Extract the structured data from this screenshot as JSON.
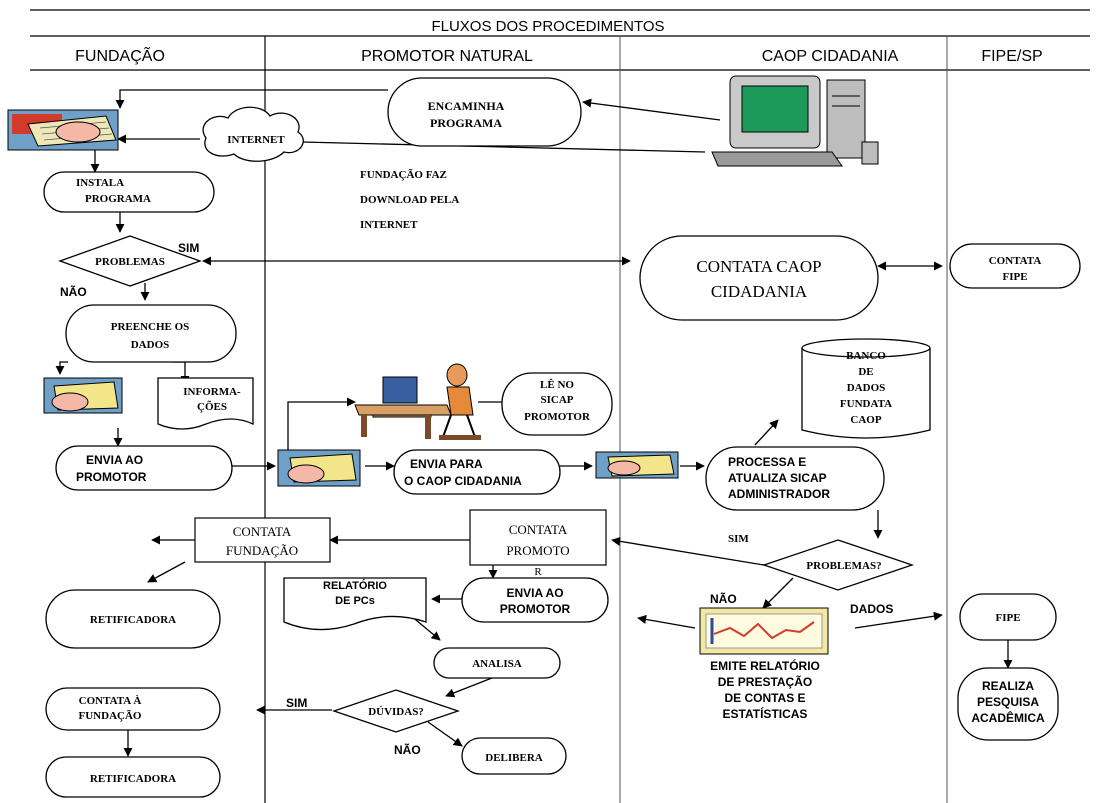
{
  "title": "FLUXOS DOS PROCEDIMENTOS",
  "lanes": [
    "FUNDAÇÃO",
    "PROMOTOR NATURAL",
    "CAOP CIDADANIA",
    "FIPE/SP"
  ],
  "nodes": {
    "encaminha_programa": [
      "ENCAMINHA",
      "PROGRAMA"
    ],
    "internet": "INTERNET",
    "instala_programa": [
      "INSTALA",
      "PROGRAMA"
    ],
    "download_note": [
      "FUNDAÇÃO FAZ",
      "DOWNLOAD PELA",
      "INTERNET"
    ],
    "problemas_1": "PROBLEMAS",
    "sim_1": "SIM",
    "nao_1": "NÃO",
    "contata_caop": [
      "CONTATA CAOP",
      "CIDADANIA"
    ],
    "contata_fipe": [
      "CONTATA",
      "FIPE"
    ],
    "preenche_dados": [
      "PREENCHE OS",
      "DADOS"
    ],
    "informacoes": [
      "INFORMA-",
      "ÇÕES"
    ],
    "le_no_sicap": [
      "LÊ NO",
      "SICAP",
      "PROMOTOR"
    ],
    "banco_dados": [
      "BANCO",
      "DE",
      "DADOS",
      "FUNDATA",
      "CAOP"
    ],
    "envia_promotor_1": [
      "ENVIA AO",
      "PROMOTOR"
    ],
    "envia_caop": [
      "ENVIA PARA",
      "O CAOP CIDADANIA"
    ],
    "processa": [
      "PROCESSA E",
      "ATUALIZA SICAP",
      "ADMINISTRADOR"
    ],
    "contata_fundacao_box": [
      "CONTATA",
      "FUNDAÇÃO"
    ],
    "contata_promotor_box": [
      "CONTATA",
      "PROMOTO",
      "R"
    ],
    "sim_2": "SIM",
    "problemas_2": "PROBLEMAS?",
    "retificadora_1": "RETIFICADORA",
    "relatorio_pcs": [
      "RELATÓRIO",
      "DE PCs"
    ],
    "envia_promotor_2": [
      "ENVIA AO",
      "PROMOTOR"
    ],
    "nao_2": "NÃO",
    "dados": "DADOS",
    "fipe": "FIPE",
    "analisa": "ANALISA",
    "emite_relatorio": [
      "EMITE RELATÓRIO",
      "DE PRESTAÇÃO",
      "DE CONTAS E",
      "ESTATÍSTICAS"
    ],
    "realiza_pesquisa": [
      "REALIZA",
      "PESQUISA",
      "ACADÊMICA"
    ],
    "contata_fundacao_2": [
      "CONTATA À",
      "FUNDAÇÃO"
    ],
    "sim_3": "SIM",
    "duvidas": "DÚVIDAS?",
    "nao_3": "NÃO",
    "delibera": "DELIBERA",
    "retificadora_2": "RETIFICADORA"
  },
  "icons": [
    "computer-icon",
    "keyboard-hand-icon",
    "person-at-desk-icon",
    "line-chart-icon"
  ]
}
